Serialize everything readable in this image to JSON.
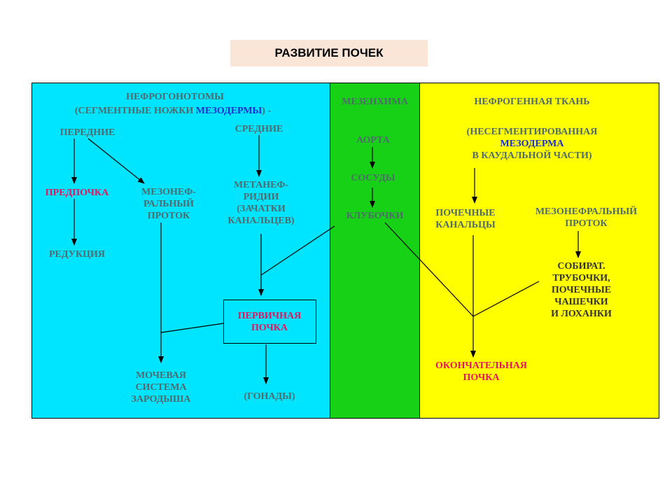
{
  "title": "РАЗВИТИЕ ПОЧЕК",
  "nodes": {
    "nephrotomes_1": "НЕФРОГОНОТОМЫ",
    "nephrotomes_2a": "(СЕГМЕНТНЫЕ НОЖКИ ",
    "nephrotomes_2b": "МЕЗОДЕРМЫ",
    "nephrotomes_2c": ") -",
    "anterior": "ПЕРЕДНИЕ",
    "middle": "СРЕДНИЕ",
    "pronephros": "ПРЕДПОЧКА",
    "mesonephric_duct_1": "МЕЗОНЕФ-",
    "mesonephric_duct_2": "РАЛЬНЫЙ",
    "mesonephric_duct_3": "ПРОТОК",
    "metanephridia_1": "МЕТАНЕФ-",
    "metanephridia_2": "РИДИИ",
    "metanephridia_3": "(ЗАЧАТКИ",
    "metanephridia_4": "КАНАЛЬЦЕВ)",
    "reduction": "РЕДУКЦИЯ",
    "primary_kidney_1": "ПЕРВИЧНАЯ",
    "primary_kidney_2": "ПОЧКА",
    "urinary_1": "МОЧЕВАЯ",
    "urinary_2": "СИСТЕМА",
    "urinary_3": "ЗАРОДЫША",
    "gonads": "(ГОНАДЫ)",
    "mesenchyme": "МЕЗЕНХИМА",
    "aorta": "АОРТА",
    "vessels": "СОСУДЫ",
    "glomeruli": "КЛУБОЧКИ",
    "nephrogenic_1": "НЕФРОГЕННАЯ ТКАНЬ",
    "nephrogenic_2": "(НЕСЕГМЕНТИРОВАННАЯ",
    "nephrogenic_3": "МЕЗОДЕРМА",
    "nephrogenic_4": "В КАУДАЛЬНОЙ ЧАСТИ)",
    "renal_tubules_1": "ПОЧЕЧНЫЕ",
    "renal_tubules_2": "КАНАЛЬЦЫ",
    "meso_duct2_1": "МЕЗОНЕФРАЛЬНЫЙ",
    "meso_duct2_2": "ПРОТОК",
    "collecting_1": "СОБИРАТ.",
    "collecting_2": "ТРУБОЧКИ,",
    "collecting_3": "ПОЧЕЧНЫЕ",
    "collecting_4": "ЧАШЕЧКИ",
    "collecting_5": "И ЛОХАНКИ",
    "final_kidney_1": "ОКОНЧАТЕЛЬНАЯ",
    "final_kidney_2": "ПОЧКА"
  },
  "colors": {
    "panel_left": "#00e5ff",
    "panel_middle": "#17d117",
    "panel_right": "#ffff00",
    "title_bg": "#fbe5d6",
    "accent_red": "#e8135a",
    "accent_blue": "#1a2fd1"
  }
}
